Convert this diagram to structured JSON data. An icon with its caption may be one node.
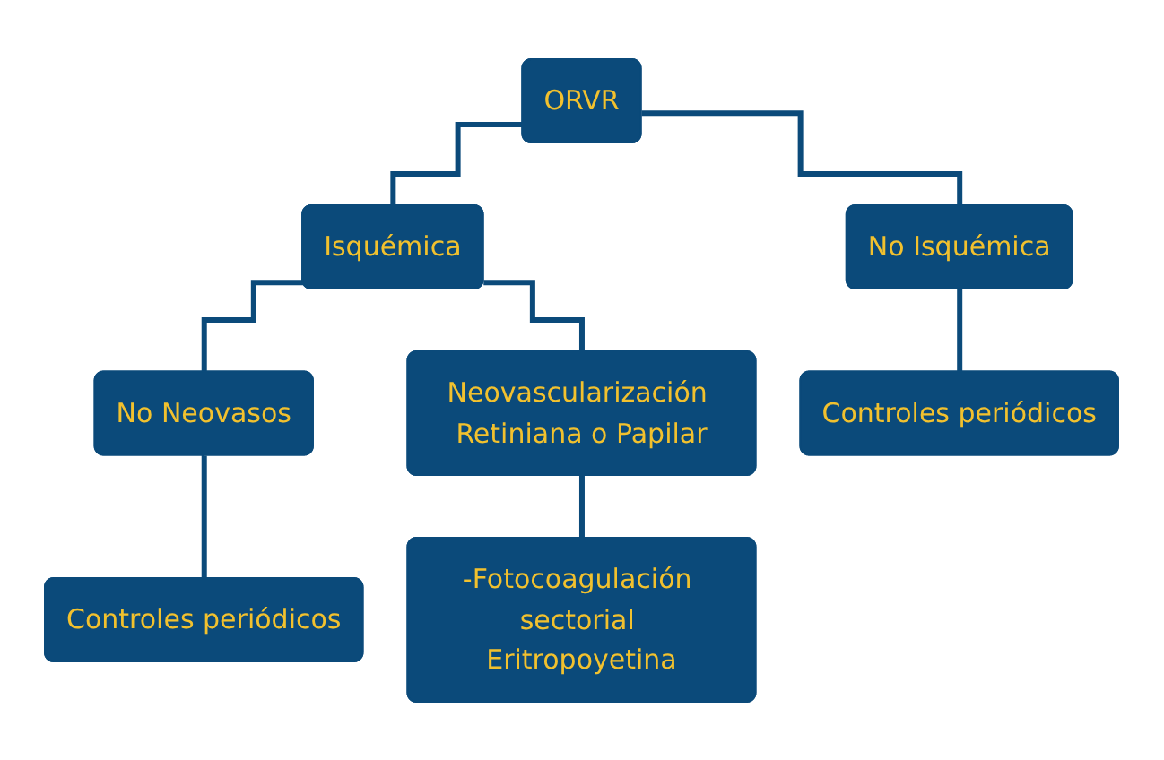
{
  "diagram": {
    "nodes": [
      {
        "text": [
          "ORVR"
        ]
      },
      {
        "text": [
          "Isquémica"
        ]
      },
      {
        "text": [
          "No Isquémica"
        ]
      },
      {
        "text": [
          "No Neovasos"
        ]
      },
      {
        "text": [
          "Neovascularización Retiniana o Papilar"
        ]
      },
      {
        "text": [
          "Controles periódicos"
        ]
      },
      {
        "text": [
          "-Fotocoagulación sectorial Eritropoyetina"
        ]
      },
      {
        "text": [
          "Controles periódicos"
        ]
      }
    ],
    "edges": [
      {
        "from": 0,
        "to": 1,
        "arrow": "none"
      },
      {
        "from": 0,
        "to": 2,
        "arrow": "none"
      },
      {
        "from": 1,
        "to": 3,
        "arrow": "none"
      },
      {
        "from": 1,
        "to": 4,
        "arrow": "none"
      },
      {
        "from": 3,
        "to": 5,
        "arrow": "none"
      },
      {
        "from": 4,
        "to": 6,
        "arrow": "none"
      },
      {
        "from": 2,
        "to": 7,
        "arrow": "none"
      }
    ]
  }
}
